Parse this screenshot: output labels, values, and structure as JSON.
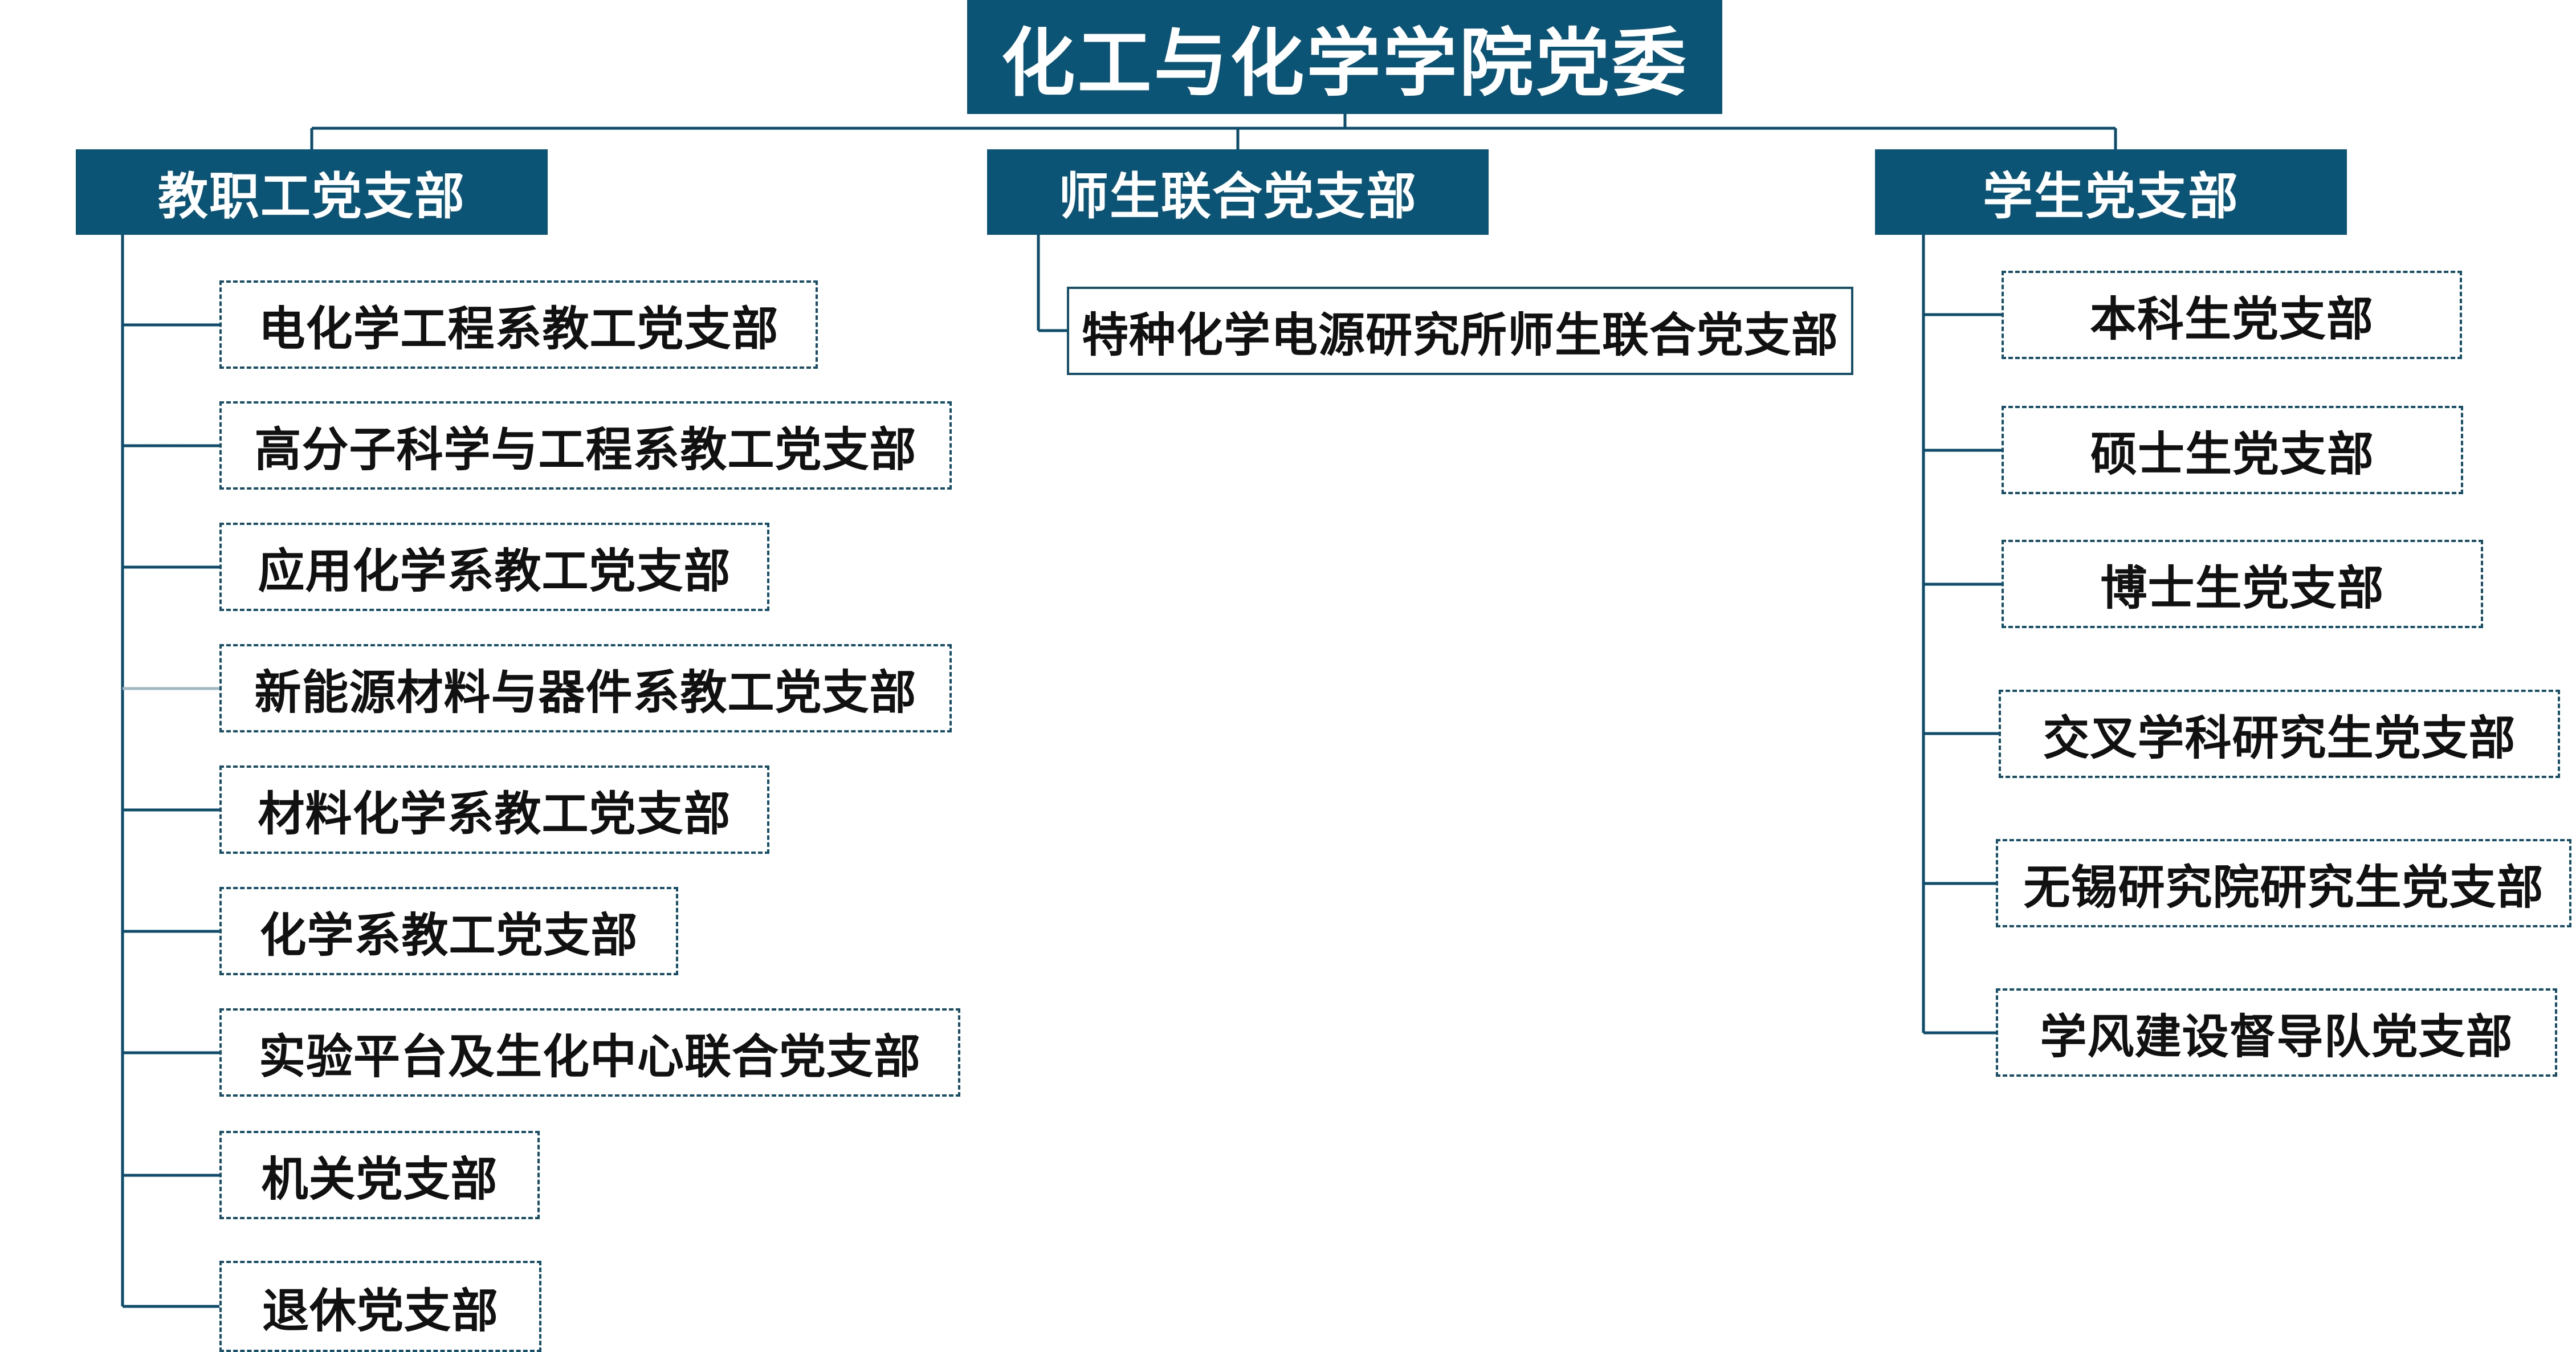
{
  "root": {
    "label": "化工与化学学院党委"
  },
  "branches": [
    {
      "label": "教职工党支部",
      "children": [
        "电化学工程系教工党支部",
        "高分子科学与工程系教工党支部",
        "应用化学系教工党支部",
        "新能源材料与器件系教工党支部",
        "材料化学系教工党支部",
        "化学系教工党支部",
        "实验平台及生化中心联合党支部",
        "机关党支部",
        "退休党支部"
      ]
    },
    {
      "label": "师生联合党支部",
      "children": [
        "特种化学电源研究所师生联合党支部"
      ]
    },
    {
      "label": "学生党支部",
      "children": [
        "本科生党支部",
        "硕士生党支部",
        "博士生党支部",
        "交叉学科研究生党支部",
        "无锡研究院研究生党支部",
        "学风建设督导队党支部"
      ]
    }
  ],
  "colors": {
    "node_fill": "#0c5475",
    "connector": "#0e4c6e",
    "leaf_border": "#174f6a"
  }
}
